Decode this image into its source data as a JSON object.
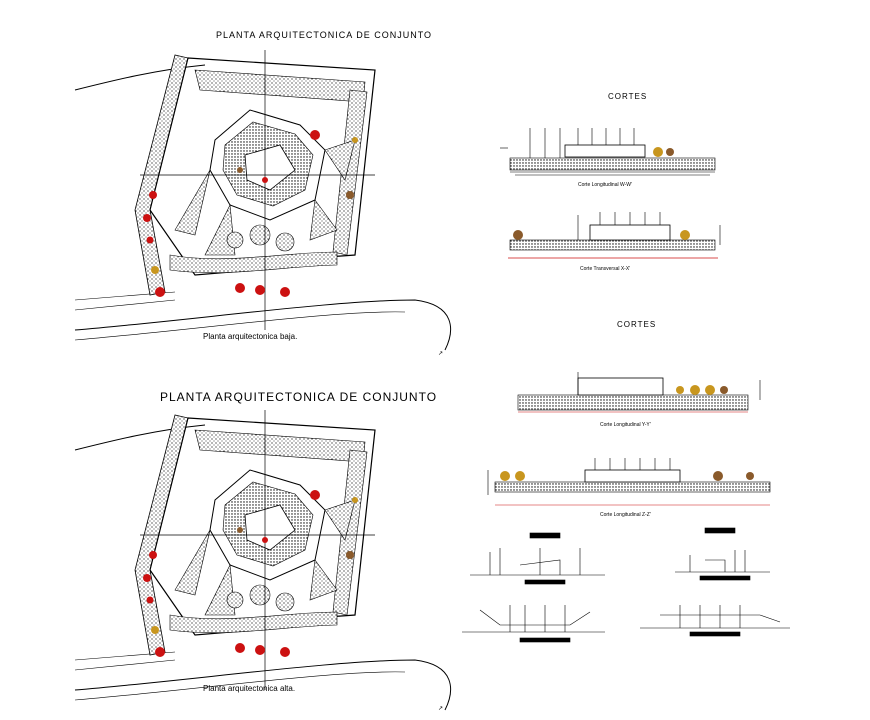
{
  "plans": {
    "top": {
      "title": "PLANTA ARQUITECTONICA DE CONJUNTO",
      "caption": "Planta arquitectonica baja."
    },
    "bottom": {
      "title": "PLANTA ARQUITECTONICA DE CONJUNTO",
      "caption": "Planta arquitectonica alta."
    }
  },
  "sections": {
    "group1_title": "CORTES",
    "group2_title": "CORTES",
    "labels": [
      "Corte Longitudinal W-W'",
      "Corte Transversal X-X'",
      "Corte Longitudinal Y-Y'",
      "Corte Longitudinal Z-Z'"
    ]
  },
  "colors": {
    "line": "#000000",
    "tree_red": "#cc1111",
    "tree_brown": "#8a5a2b",
    "tree_ochre": "#c8961e"
  },
  "icons": [
    "north-arrow-icon"
  ]
}
